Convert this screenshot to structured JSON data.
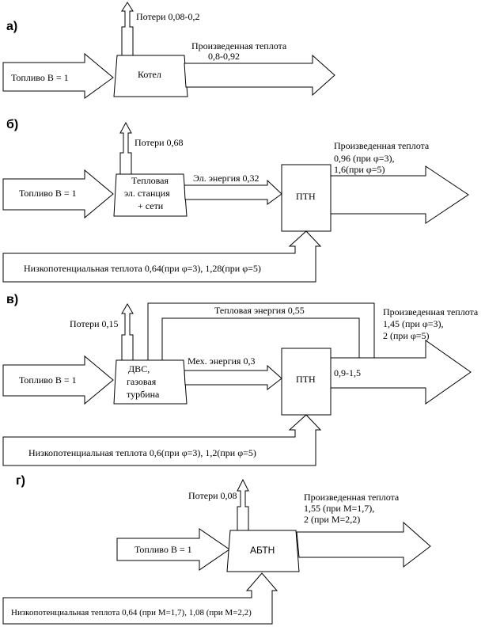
{
  "panel_a": {
    "letter": "а)",
    "fuel": "Топливо В = 1",
    "boiler": "Котел",
    "losses": "Потери 0,08-0,2",
    "output_title": "Произведенная теплота",
    "output_value": "0,8-0,92"
  },
  "panel_b": {
    "letter": "б)",
    "fuel": "Топливо В = 1",
    "plant_line1": "Тепловая",
    "plant_line2": "эл. станция",
    "plant_line3": "+ сети",
    "losses": "Потери 0,68",
    "electric": "Эл. энергия 0,32",
    "ptn": "ПТН",
    "output_title": "Произведенная теплота",
    "output_line1": "0,96 (при φ=3),",
    "output_line2": "1,6(при φ=5)",
    "lowgrade": "Низкопотенциальная теплота 0,64(при  φ=3), 1,28(при φ=5)"
  },
  "panel_c": {
    "letter": "в)",
    "fuel": "Топливо В = 1",
    "engine_line1": "ДВС,",
    "engine_line2": "газовая",
    "engine_line3": "турбина",
    "losses": "Потери 0,15",
    "thermal": "Тепловая энергия 0,55",
    "mech": "Мех. энергия 0,3",
    "ptn": "ПТН",
    "ptn_out": "0,9-1,5",
    "output_title": "Произведенная теплота",
    "output_line1": "1,45 (при φ=3),",
    "output_line2": "2 (при φ=5)",
    "lowgrade": "Низкопотенциальная теплота 0,6(при  φ=3), 1,2(при φ=5)"
  },
  "panel_d": {
    "letter": "г)",
    "fuel": "Топливо В = 1",
    "abtn": "АБТН",
    "losses": "Потери 0,08",
    "output_title": "Произведенная теплота",
    "output_line1": "1,55 (при М=1,7),",
    "output_line2": "2 (при М=2,2)",
    "lowgrade": "Низкопотенциальная теплота 0,64 (при М=1,7), 1,08 (при М=2,2)"
  }
}
